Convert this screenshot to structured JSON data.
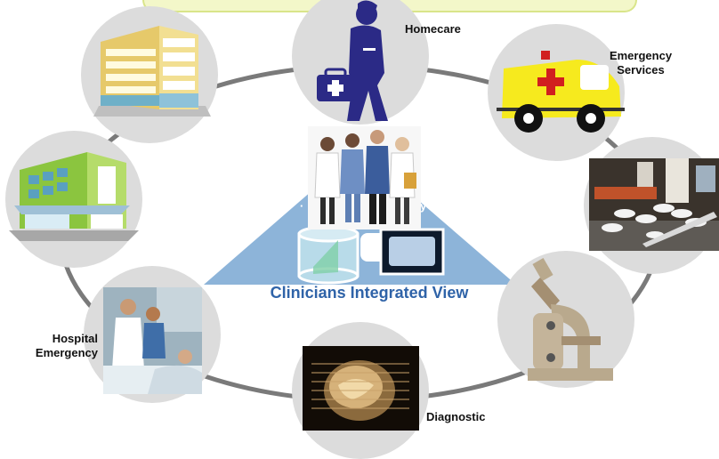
{
  "labels": {
    "homecare": "Homecare",
    "emergency_services_1": "Emergency",
    "emergency_services_2": "Services",
    "hospital_emergency_1": "Hospital",
    "hospital_emergency_2": "Emergency",
    "diagnostic": "Diagnostic",
    "center_title": "Clinicians Integrated View",
    "partial_left": "·",
    "partial_right": "y"
  },
  "icons": {
    "top_left": "office-building-icon",
    "left": "green-building-icon",
    "top": "nurse-with-medical-bag-icon",
    "top_right": "ambulance-icon",
    "right": "pills-medication-photo",
    "bottom_right": "microscope-icon",
    "bottom": "brain-mri-scan-photo",
    "bottom_left": "hospital-room-photo",
    "center_photo": "clinicians-group-photo",
    "center_db": "database-icon",
    "center_monitor": "monitor-icon"
  },
  "colors": {
    "node_bg": "#dcdcdc",
    "ring": "#7a7a7a",
    "triangle": "#8db4d9",
    "title": "#2f63a8",
    "nurse": "#2b2a86",
    "ambulance": "#f6ea1e",
    "cross": "#d11f1f"
  }
}
